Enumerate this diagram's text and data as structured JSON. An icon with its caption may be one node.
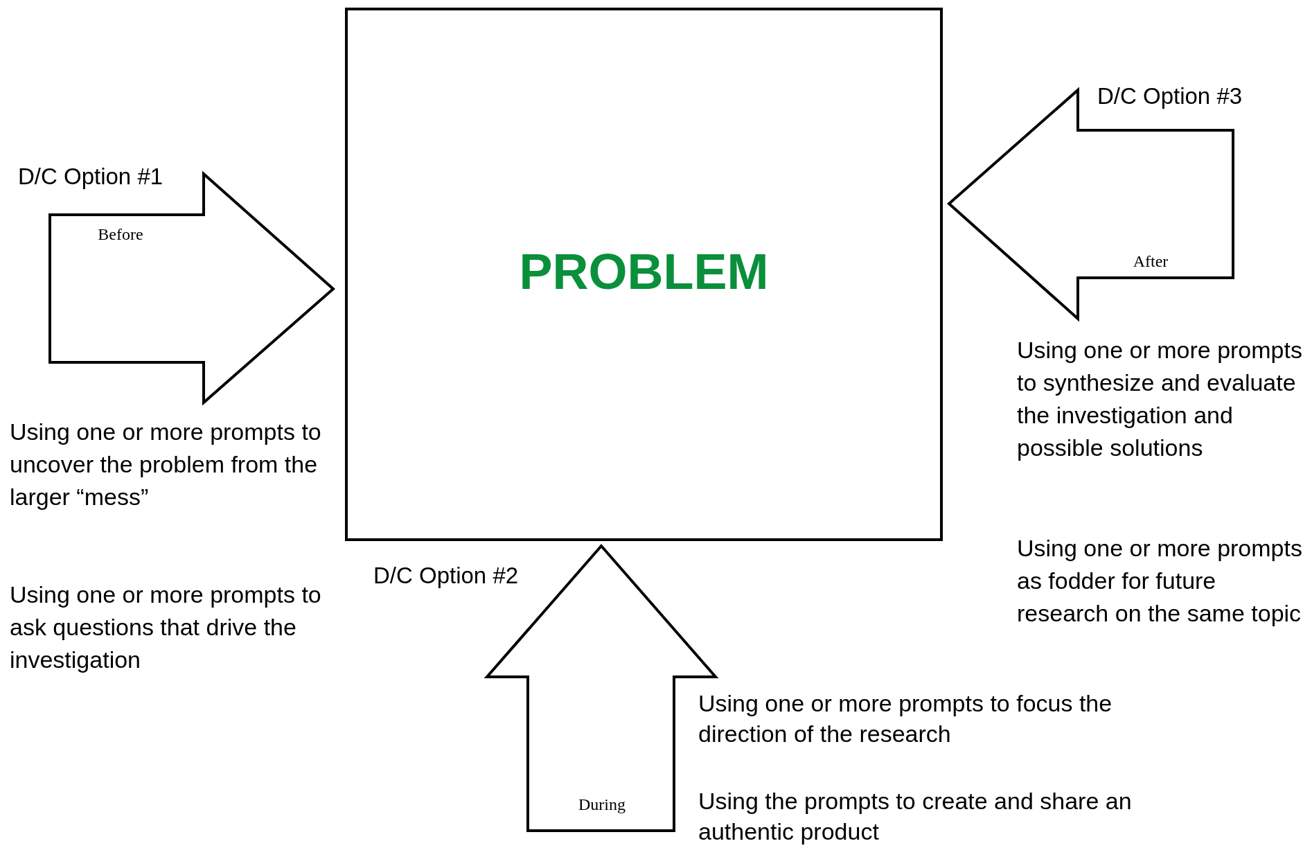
{
  "diagram": {
    "nodes": [
      {
        "text": [
          "PROBLEM"
        ]
      },
      {
        "text": [
          "D/C Option #1",
          "Before"
        ],
        "beside": [
          "Using one or more prompts to uncover the problem from the larger “mess”",
          "Using one or more prompts to ask questions that drive the investigation"
        ]
      },
      {
        "text": [
          "D/C Option #2",
          "During"
        ],
        "beside": [
          "Using one or more prompts to focus the direction of the research",
          "Using the prompts to create and share an authentic product"
        ]
      },
      {
        "text": [
          "D/C Option #3",
          "After"
        ],
        "beside": [
          "Using one or more prompts to synthesize and evaluate the investigation and possible solutions",
          "Using one or more prompts as fodder for future research on the same topic"
        ]
      }
    ]
  }
}
